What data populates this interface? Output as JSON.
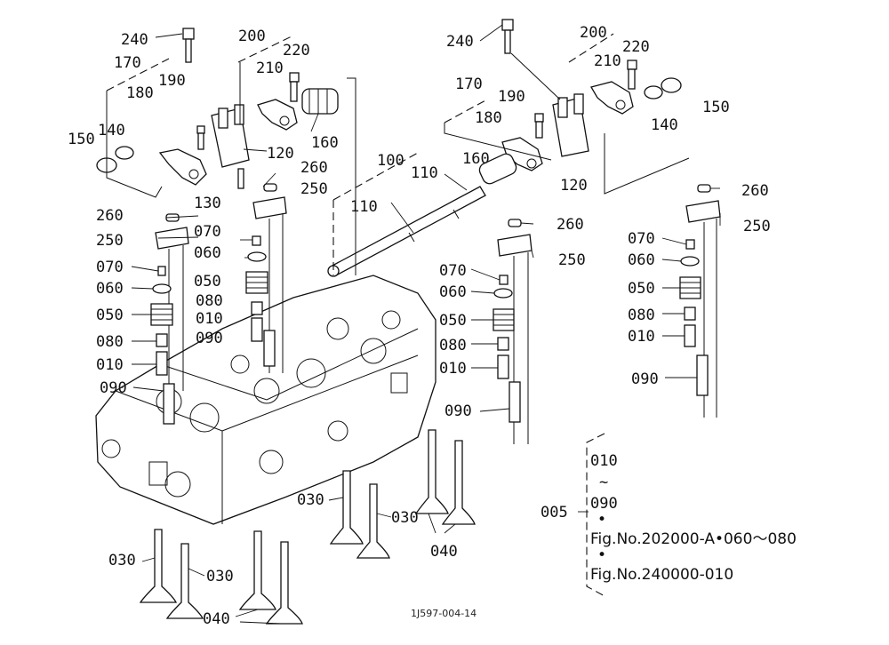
{
  "labels": {
    "l240": "240",
    "l200": "200",
    "l220": "220",
    "l210": "210",
    "l170": "170",
    "l190": "190",
    "l180": "180",
    "l150": "150",
    "l140": "140",
    "l160": "160",
    "l120": "120",
    "l130": "130",
    "l260": "260",
    "l250": "250",
    "l100": "100",
    "l110": "110",
    "l070": "070",
    "l060": "060",
    "l050": "050",
    "l080": "080",
    "l010": "010",
    "l090": "090",
    "l030": "030",
    "l040": "040",
    "l005": "005"
  },
  "note": {
    "line1": "010",
    "tilde": "~",
    "line2": "090",
    "dot": "•",
    "fig1": "Fig.No.202000-A•060～080",
    "fig2": "Fig.No.240000-010"
  },
  "drawing_code": "1J597-004-14"
}
